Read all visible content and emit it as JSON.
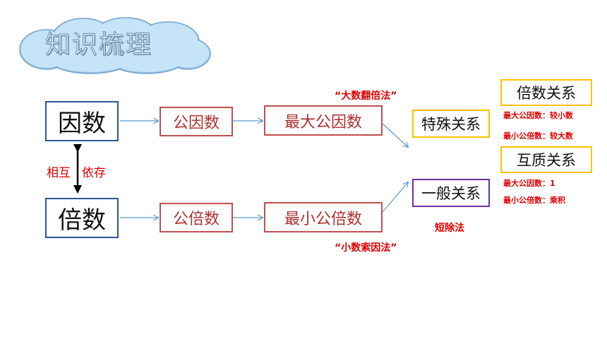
{
  "title": "知识梳理",
  "nodes": {
    "factor": "因数",
    "multiple": "倍数",
    "common_factor": "公因数",
    "common_multiple": "公倍数",
    "gcd": "最大公因数",
    "lcm": "最小公倍数",
    "special": "特殊关系",
    "general": "一般关系",
    "multiple_rel": "倍数关系",
    "coprime_rel": "互质关系"
  },
  "labels": {
    "mutual_left": "相互",
    "mutual_right": "依存",
    "gcd_method": "“大数翻倍法”",
    "lcm_method": "“小数索因法”",
    "short_division": "短除法",
    "mult_gcd": "最大公因数：较小数",
    "mult_lcm": "最小公倍数：较大数",
    "cop_gcd": "最大公因数：1",
    "cop_lcm": "最小公倍数：乘积"
  },
  "colors": {
    "blue_border": "#2f5597",
    "red_border": "#c0504d",
    "red_text": "#e00000",
    "yellow_border": "#ffc000",
    "purple_border": "#7030a0",
    "arrow": "#5b9bd5"
  }
}
